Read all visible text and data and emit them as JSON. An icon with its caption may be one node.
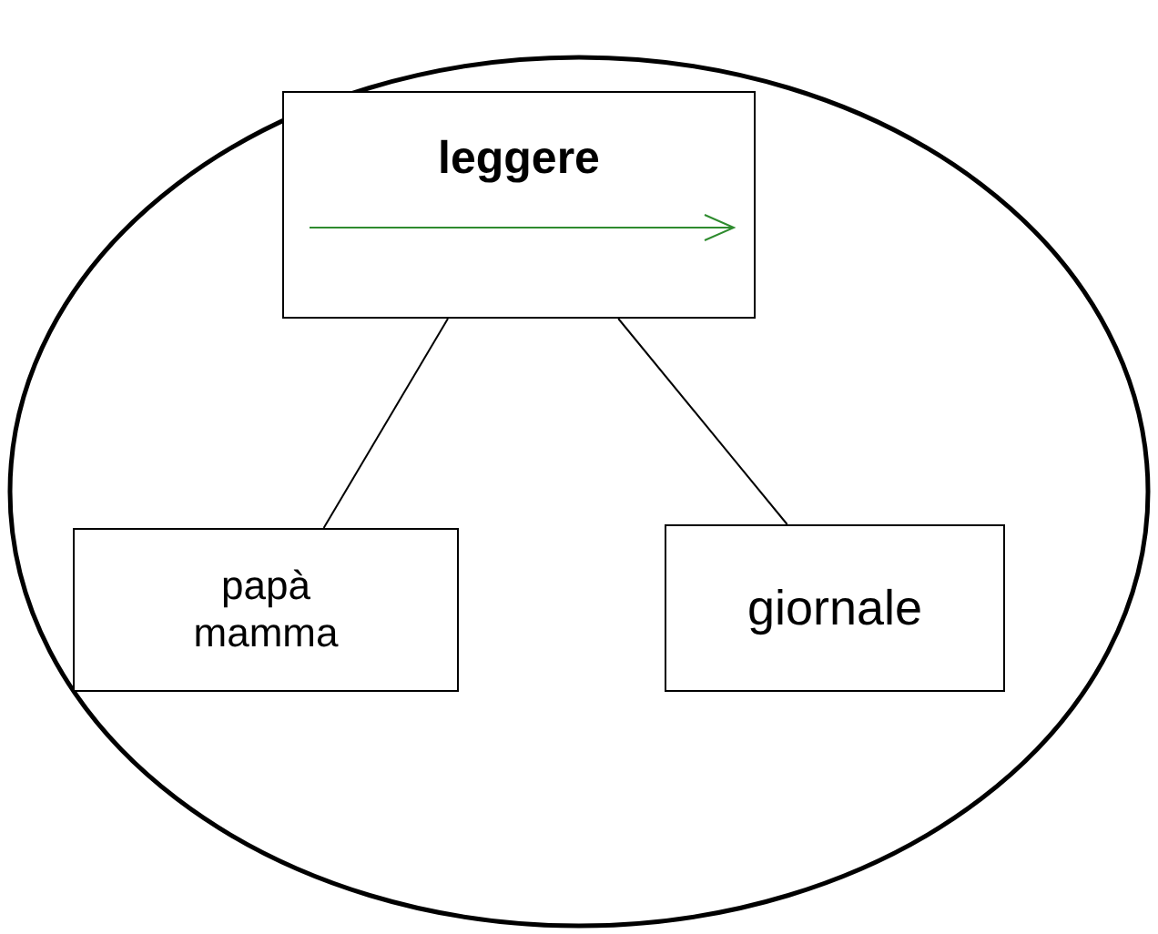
{
  "diagram": {
    "nodes": [
      {
        "text": [],
        "shape": "ellipse"
      },
      {
        "text": [
          "leggere"
        ],
        "in": 0
      },
      {
        "text": [
          "papà mamma"
        ],
        "in": 0
      },
      {
        "text": [
          "giornale"
        ],
        "in": 0
      }
    ],
    "edges": [
      {
        "from": 1,
        "to": 2,
        "arrow": "none"
      },
      {
        "from": 1,
        "to": 3,
        "arrow": "none"
      }
    ]
  }
}
